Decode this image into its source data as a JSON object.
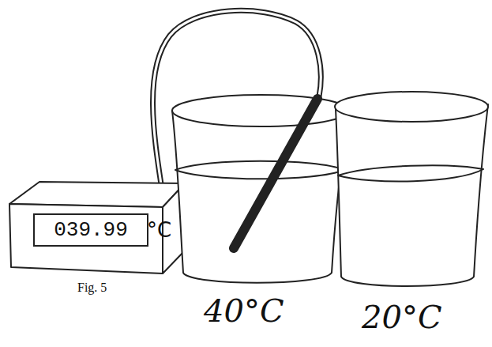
{
  "diagram": {
    "nodes": [
      {
        "text": [
          "039.99"
        ]
      }
    ],
    "labels": [
      "°C",
      "Fig. 5",
      "40°C",
      "20°C"
    ]
  }
}
